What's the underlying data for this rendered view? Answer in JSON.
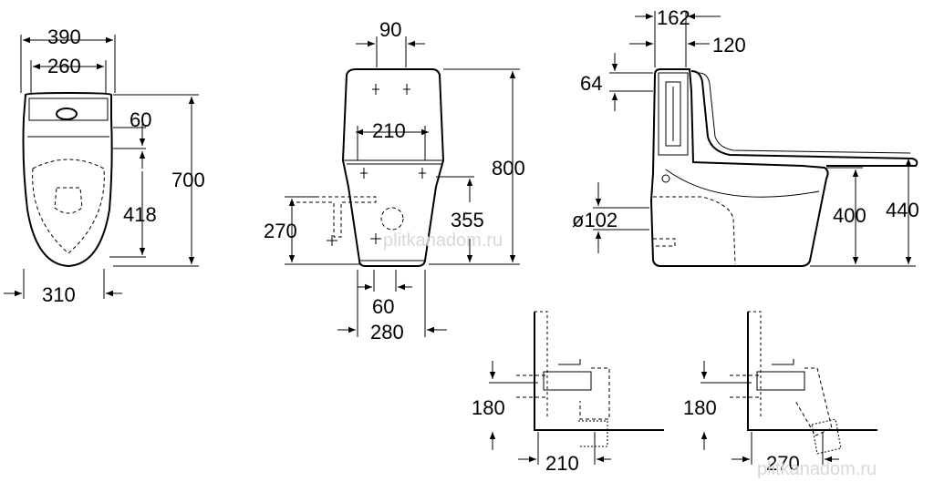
{
  "dimensions": {
    "top_view": {
      "width_total": "390",
      "width_inner": "260",
      "tank_offset": "60",
      "total_length": "700",
      "seat_length": "418",
      "bowl_width": "310"
    },
    "front_view": {
      "button_spacing": "90",
      "tank_width": "210",
      "height_total": "800",
      "inlet_height": "270",
      "outlet_height": "355",
      "outlet_offset": "60",
      "base_width": "280"
    },
    "side_view": {
      "depth_top": "162",
      "depth_tank": "120",
      "lid_height": "64",
      "pipe_diameter": "ø102",
      "seat_height": "400",
      "total_height": "440"
    },
    "detail_left": {
      "height": "180",
      "offset": "210"
    },
    "detail_right": {
      "height": "180",
      "offset": "270"
    }
  },
  "watermarks": [
    "plitkanadom.ru",
    "plitkanadom.ru"
  ]
}
